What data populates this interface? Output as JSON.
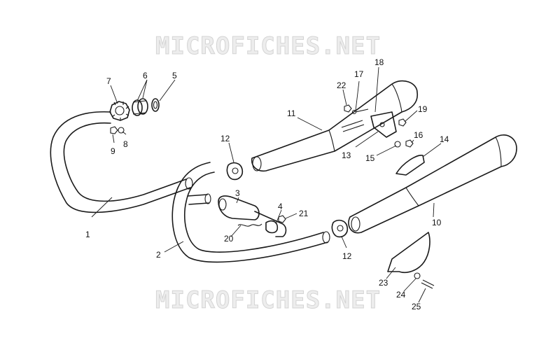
{
  "watermark": {
    "top": "MICROFICHES.NET",
    "bottom": "MICROFICHES.NET"
  },
  "callouts": [
    {
      "id": "1",
      "label": "1"
    },
    {
      "id": "2",
      "label": "2"
    },
    {
      "id": "3",
      "label": "3"
    },
    {
      "id": "4",
      "label": "4"
    },
    {
      "id": "5",
      "label": "5"
    },
    {
      "id": "6",
      "label": "6"
    },
    {
      "id": "7",
      "label": "7"
    },
    {
      "id": "8",
      "label": "8"
    },
    {
      "id": "9",
      "label": "9"
    },
    {
      "id": "10",
      "label": "10"
    },
    {
      "id": "11",
      "label": "11"
    },
    {
      "id": "12a",
      "label": "12"
    },
    {
      "id": "12b",
      "label": "12"
    },
    {
      "id": "13",
      "label": "13"
    },
    {
      "id": "14",
      "label": "14"
    },
    {
      "id": "15",
      "label": "15"
    },
    {
      "id": "16",
      "label": "16"
    },
    {
      "id": "17",
      "label": "17"
    },
    {
      "id": "18",
      "label": "18"
    },
    {
      "id": "19",
      "label": "19"
    },
    {
      "id": "20",
      "label": "20"
    },
    {
      "id": "21",
      "label": "21"
    },
    {
      "id": "22",
      "label": "22"
    },
    {
      "id": "23",
      "label": "23"
    },
    {
      "id": "24",
      "label": "24"
    },
    {
      "id": "25",
      "label": "25"
    }
  ]
}
